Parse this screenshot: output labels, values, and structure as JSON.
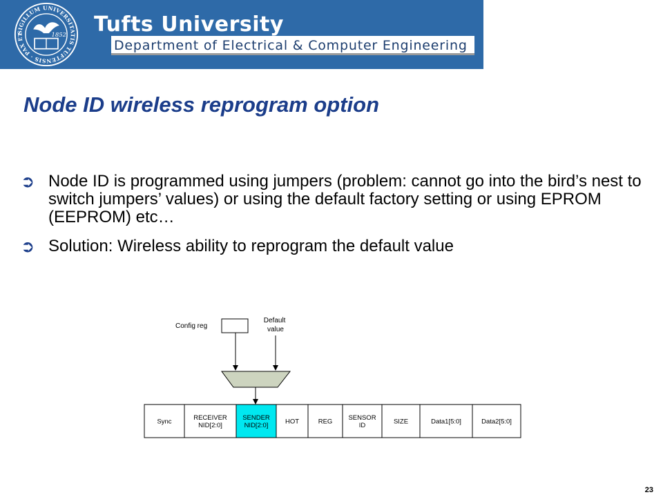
{
  "header": {
    "university": "Tufts University",
    "department": "Department of Electrical & Computer Engineering",
    "seal": {
      "text": "SIGILLUM UNIVERSITATIS TUFTENSIS · PAX ET LUX ·",
      "year": "1852"
    }
  },
  "slide": {
    "title": "Node ID wireless reprogram option",
    "bullets": [
      "Node ID is programmed using jumpers (problem: cannot go into the bird’s nest to switch jumpers’ values) or using the default factory setting or using EPROM (EEPROM) etc…",
      "Solution: Wireless ability to reprogram the default value"
    ],
    "page_number": "23"
  },
  "diagram": {
    "config_label": "Config reg",
    "default_label": [
      "Default",
      "value"
    ],
    "packet_fields": [
      {
        "lines": [
          "Sync"
        ],
        "highlight": false
      },
      {
        "lines": [
          "RECEIVER",
          "NID[2:0]"
        ],
        "highlight": false
      },
      {
        "lines": [
          "SENDER",
          "NID[2:0]"
        ],
        "highlight": true
      },
      {
        "lines": [
          "HOT"
        ],
        "highlight": false
      },
      {
        "lines": [
          "REG"
        ],
        "highlight": false
      },
      {
        "lines": [
          "SENSOR",
          "ID"
        ],
        "highlight": false
      },
      {
        "lines": [
          "SIZE"
        ],
        "highlight": false
      },
      {
        "lines": [
          "Data1[5:0]"
        ],
        "highlight": false
      },
      {
        "lines": [
          "Data2[5:0]"
        ],
        "highlight": false
      }
    ],
    "colors": {
      "highlight": "#00e8f0",
      "mux_fill": "#cdd4bf",
      "banner": "#2e6aa8",
      "title": "#1b3d8a"
    }
  }
}
